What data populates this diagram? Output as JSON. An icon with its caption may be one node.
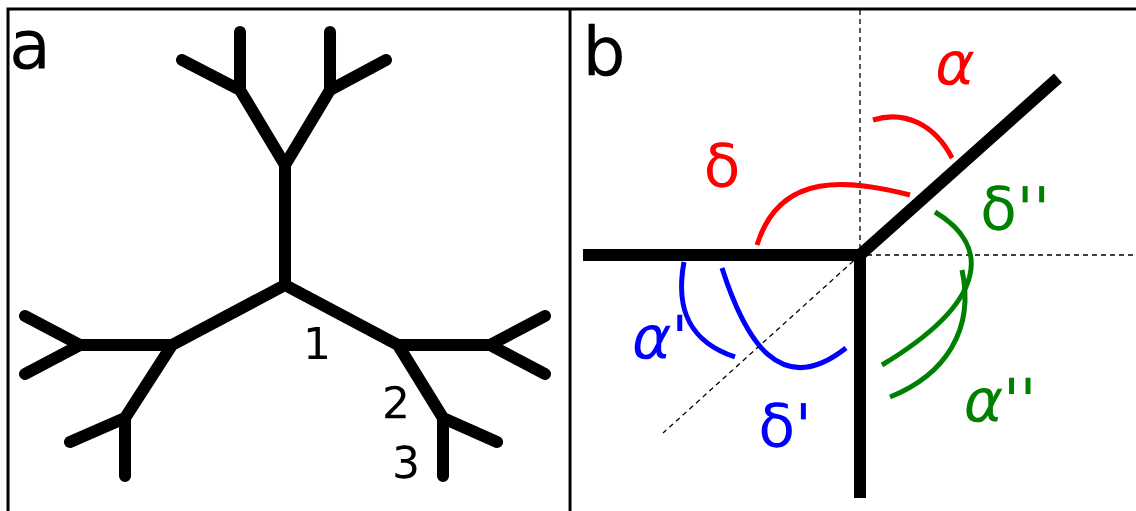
{
  "diagram": {
    "labels": [
      "a",
      "1",
      "2",
      "3",
      "b",
      "α",
      "δ",
      "δ''",
      "α'",
      "δ'",
      "α''"
    ]
  }
}
